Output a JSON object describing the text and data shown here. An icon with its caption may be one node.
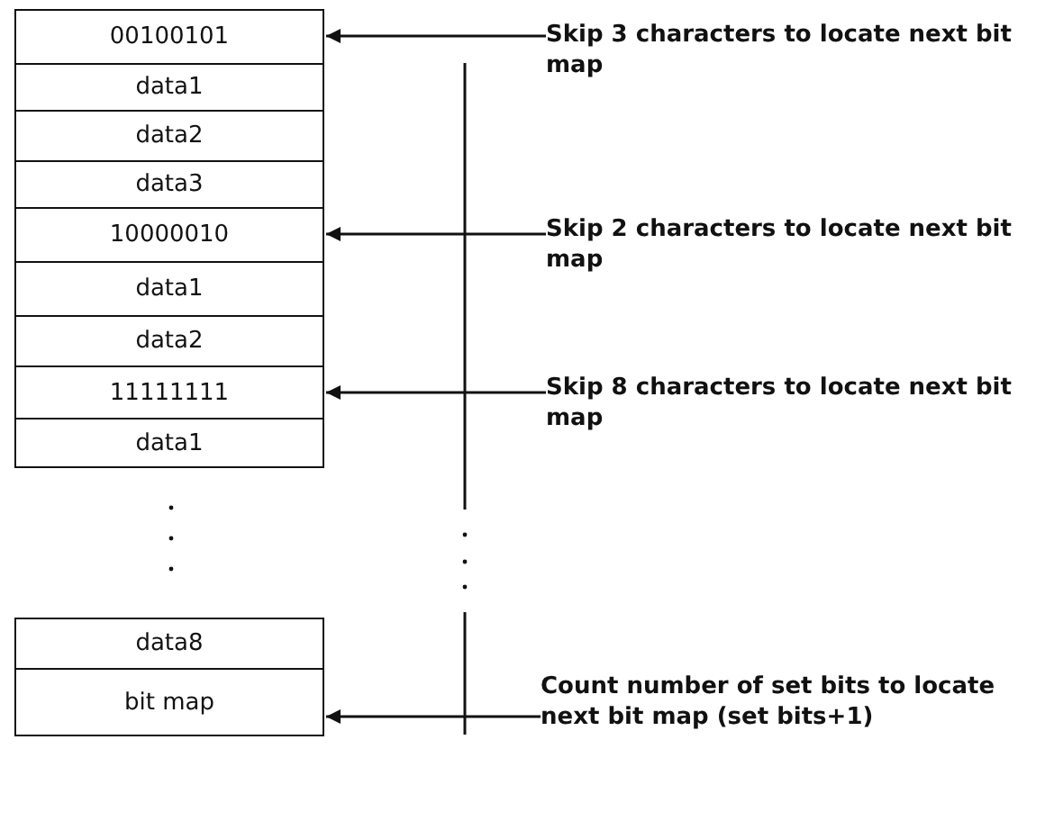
{
  "diagram": {
    "nodes": [
      {
        "text": [
          "00100101"
        ]
      },
      {
        "text": [
          "data1"
        ]
      },
      {
        "text": [
          "data2"
        ]
      },
      {
        "text": [
          "data3"
        ]
      },
      {
        "text": [
          "10000010"
        ]
      },
      {
        "text": [
          "data1"
        ]
      },
      {
        "text": [
          "data2"
        ]
      },
      {
        "text": [
          "11111111"
        ]
      },
      {
        "text": [
          "data1"
        ]
      },
      {
        "text": [
          "data8"
        ]
      },
      {
        "text": [
          "bit map"
        ]
      },
      {
        "text": [
          "Skip 3 characters to locate next bit map"
        ]
      },
      {
        "text": [
          "Skip 2 characters to locate next bit map"
        ]
      },
      {
        "text": [
          "Skip 8 characters to locate next bit map"
        ]
      },
      {
        "text": [
          "Count number of set bits to locate next bit map (set bits+1)"
        ]
      }
    ],
    "edges": [
      {
        "from": 11,
        "to": 0,
        "arrow": "to"
      },
      {
        "from": 12,
        "to": 4,
        "arrow": "to"
      },
      {
        "from": 13,
        "to": 7,
        "arrow": "to"
      },
      {
        "from": 14,
        "to": 10,
        "arrow": "to"
      }
    ]
  }
}
